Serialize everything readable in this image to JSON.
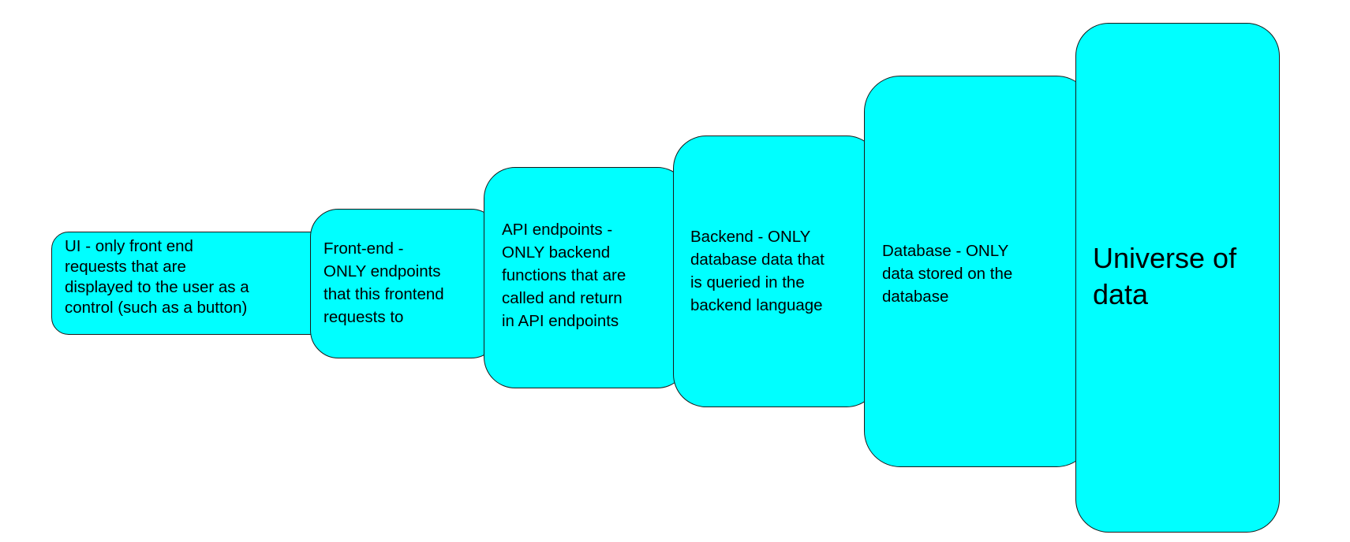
{
  "diagram": {
    "type": "nested-layers",
    "fill_color": "#00ffff",
    "border_color": "#1a1a1a",
    "boxes": [
      {
        "label": "UI - only front end\nrequests that are\ndisplayed to the user as a\ncontrol (such as a button)"
      },
      {
        "label": "Front-end -\nONLY endpoints\nthat this frontend\nrequests to"
      },
      {
        "label": "API endpoints -\nONLY backend\nfunctions that are\ncalled and return\nin API endpoints"
      },
      {
        "label": "Backend - ONLY\ndatabase data that\nis queried in the\nbackend language"
      },
      {
        "label": "Database - ONLY\ndata stored on the\ndatabase"
      },
      {
        "label": "Universe of\ndata"
      }
    ]
  }
}
